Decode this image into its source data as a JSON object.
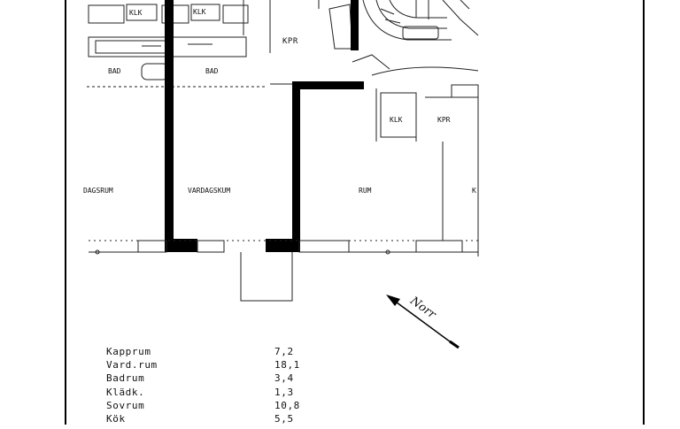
{
  "rooms": {
    "klk_left": "KLK",
    "klk_right": "KLK",
    "kpr_top": "KPR",
    "bad_left": "BAD",
    "bad_right": "BAD",
    "klk_small": "KLK",
    "kpr_small": "KPR",
    "sovrum": "DAGSRUM",
    "vardagsrum": "VARDAGSKUM",
    "rum": "RUM",
    "k_edge": "K"
  },
  "north_label": "Norr",
  "areas": [
    {
      "name": "Kapprum",
      "value": "7,2"
    },
    {
      "name": "Vard.rum",
      "value": "18,1"
    },
    {
      "name": "Badrum",
      "value": "3,4"
    },
    {
      "name": "Klädk.",
      "value": "1,3"
    },
    {
      "name": "Sovrum",
      "value": "10,8"
    },
    {
      "name": "Kök",
      "value": "5,5"
    }
  ]
}
